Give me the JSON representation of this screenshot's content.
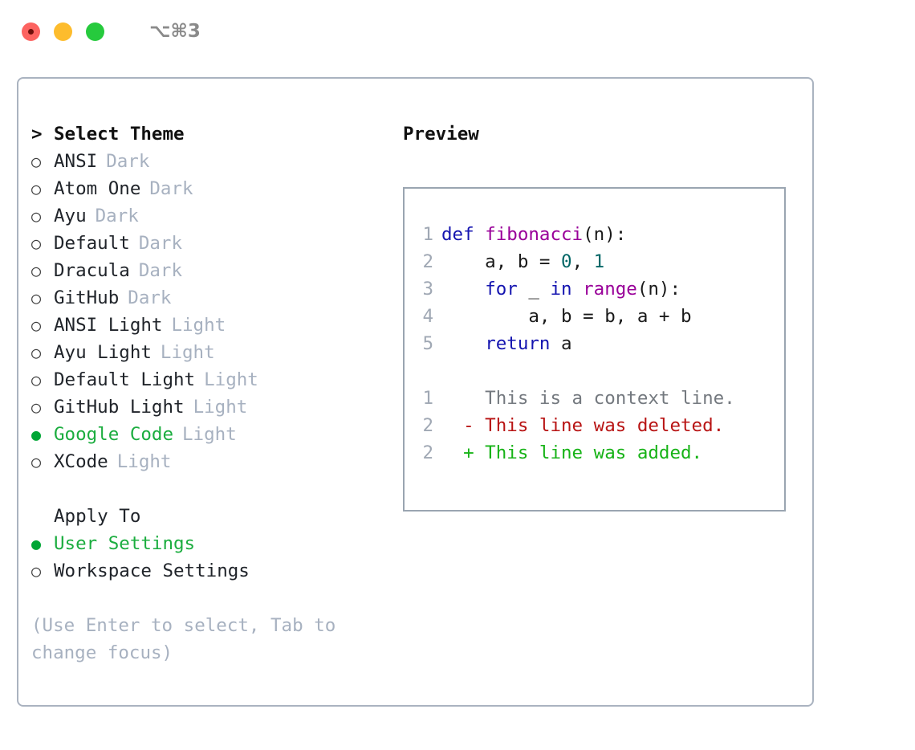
{
  "titlebar": {
    "shortcut": "⌥⌘3",
    "lights": [
      {
        "name": "close",
        "color": "#fc6360"
      },
      {
        "name": "minimize",
        "color": "#fdbc2d"
      },
      {
        "name": "maximize",
        "color": "#26ca3d"
      }
    ]
  },
  "theme_list": {
    "header": "Select Theme",
    "caret": ">",
    "bullet_unselected": "○",
    "bullet_selected": "●",
    "items": [
      {
        "label": "ANSI",
        "tag": "Dark",
        "selected": false
      },
      {
        "label": "Atom One",
        "tag": "Dark",
        "selected": false
      },
      {
        "label": "Ayu",
        "tag": "Dark",
        "selected": false
      },
      {
        "label": "Default",
        "tag": "Dark",
        "selected": false
      },
      {
        "label": "Dracula",
        "tag": "Dark",
        "selected": false
      },
      {
        "label": "GitHub",
        "tag": "Dark",
        "selected": false
      },
      {
        "label": "ANSI Light",
        "tag": "Light",
        "selected": false
      },
      {
        "label": "Ayu Light",
        "tag": "Light",
        "selected": false
      },
      {
        "label": "Default Light",
        "tag": "Light",
        "selected": false
      },
      {
        "label": "GitHub Light",
        "tag": "Light",
        "selected": false
      },
      {
        "label": "Google Code",
        "tag": "Light",
        "selected": true
      },
      {
        "label": "XCode",
        "tag": "Light",
        "selected": false
      }
    ]
  },
  "apply_to": {
    "header": "Apply To",
    "options": [
      {
        "label": "User Settings",
        "selected": true
      },
      {
        "label": "Workspace Settings",
        "selected": false
      }
    ]
  },
  "hint": "(Use Enter to select, Tab to change focus)",
  "preview": {
    "title": "Preview",
    "code_lines": [
      {
        "num": "1",
        "tokens": [
          {
            "t": "def",
            "c": "kw"
          },
          {
            "t": " ",
            "c": "pln"
          },
          {
            "t": "fibonacci",
            "c": "fn"
          },
          {
            "t": "(n):",
            "c": "pln"
          }
        ]
      },
      {
        "num": "2",
        "tokens": [
          {
            "t": "    a, b = ",
            "c": "pln"
          },
          {
            "t": "0",
            "c": "num"
          },
          {
            "t": ", ",
            "c": "pln"
          },
          {
            "t": "1",
            "c": "num"
          }
        ]
      },
      {
        "num": "3",
        "tokens": [
          {
            "t": "    ",
            "c": "pln"
          },
          {
            "t": "for",
            "c": "kw"
          },
          {
            "t": " _ ",
            "c": "pln"
          },
          {
            "t": "in",
            "c": "kw"
          },
          {
            "t": " ",
            "c": "pln"
          },
          {
            "t": "range",
            "c": "fn"
          },
          {
            "t": "(n):",
            "c": "pln"
          }
        ]
      },
      {
        "num": "4",
        "tokens": [
          {
            "t": "        a, b = b, a + b",
            "c": "pln"
          }
        ]
      },
      {
        "num": "5",
        "tokens": [
          {
            "t": "    ",
            "c": "pln"
          },
          {
            "t": "return",
            "c": "kw"
          },
          {
            "t": " a",
            "c": "pln"
          }
        ]
      }
    ],
    "diff_lines": [
      {
        "num": "1",
        "marker": "  ",
        "text": "This is a context line.",
        "kind": "d-ctx"
      },
      {
        "num": "2",
        "marker": "- ",
        "text": "This line was deleted.",
        "kind": "d-del"
      },
      {
        "num": "2",
        "marker": "+ ",
        "text": "This line was added.",
        "kind": "d-add"
      }
    ]
  },
  "colors": {
    "panel_border": "#aab3c0",
    "code_border": "#9aa5b1",
    "tag_text": "#a7b1c0",
    "selected_green": "#1bad3f",
    "keyword_blue": "#1515b0",
    "function_magenta": "#990099",
    "number_teal": "#006666",
    "diff_deleted": "#b81414",
    "diff_added": "#17b317",
    "diff_context": "#74797f",
    "gutter": "#a0a8b4"
  }
}
